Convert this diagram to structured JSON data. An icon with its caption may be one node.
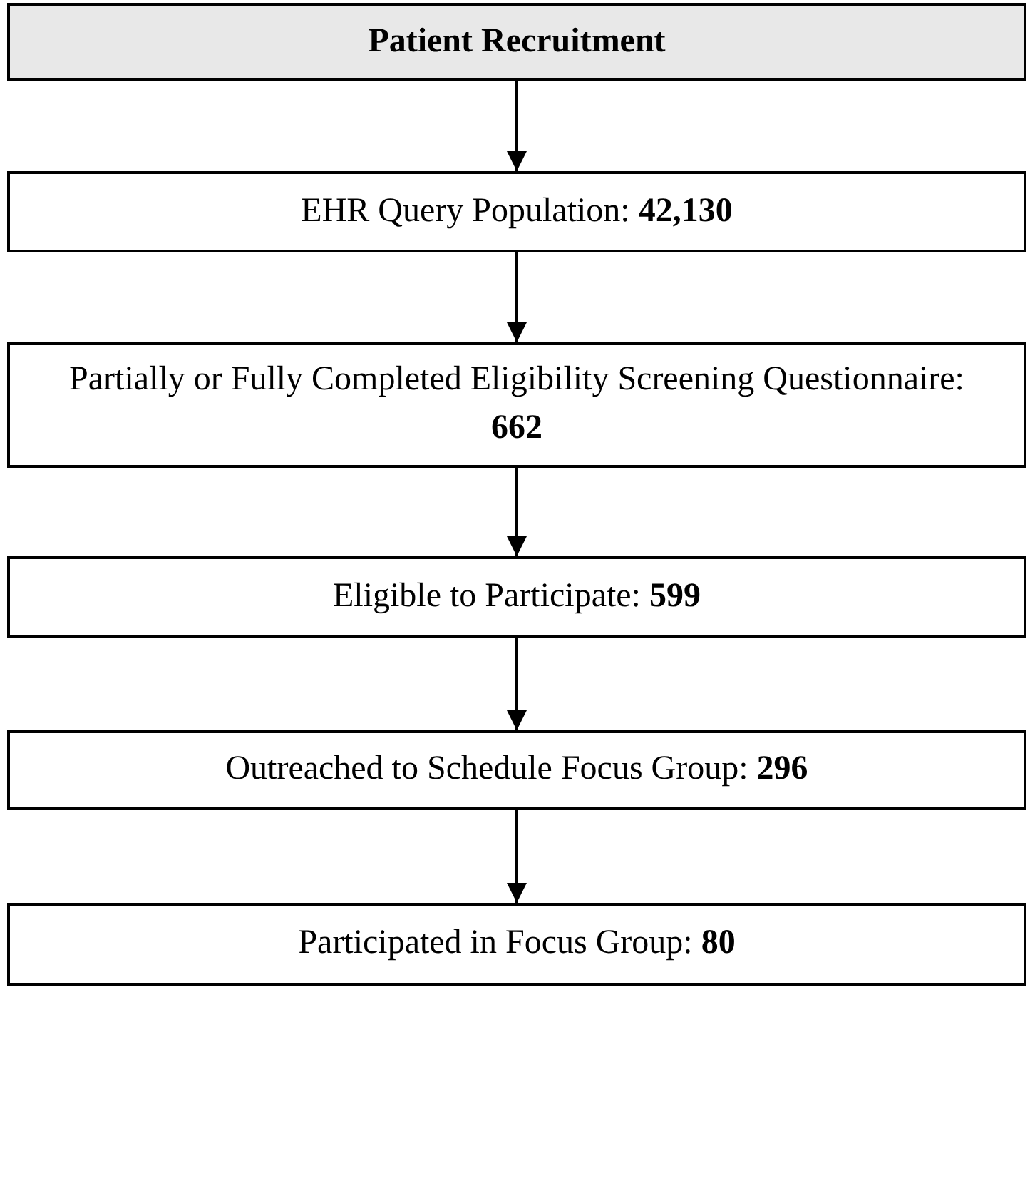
{
  "diagram": {
    "nodes": [
      {
        "text": [
          "Patient Recruitment"
        ]
      },
      {
        "text": [
          "EHR Query Population: **42,130**"
        ]
      },
      {
        "text": [
          "Partially or Fully Completed Eligibility Screening Questionnaire: **662**"
        ]
      },
      {
        "text": [
          "Eligible to Participate: **599**"
        ]
      },
      {
        "text": [
          "Outreached to Schedule Focus Group: **296**"
        ]
      },
      {
        "text": [
          "Participated in Focus Group: **80**"
        ]
      }
    ],
    "edges": [
      {
        "from": 0,
        "to": 1,
        "arrow": "to"
      },
      {
        "from": 1,
        "to": 2,
        "arrow": "to"
      },
      {
        "from": 2,
        "to": 3,
        "arrow": "to"
      },
      {
        "from": 3,
        "to": 4,
        "arrow": "to"
      },
      {
        "from": 4,
        "to": 5,
        "arrow": "to"
      }
    ]
  }
}
